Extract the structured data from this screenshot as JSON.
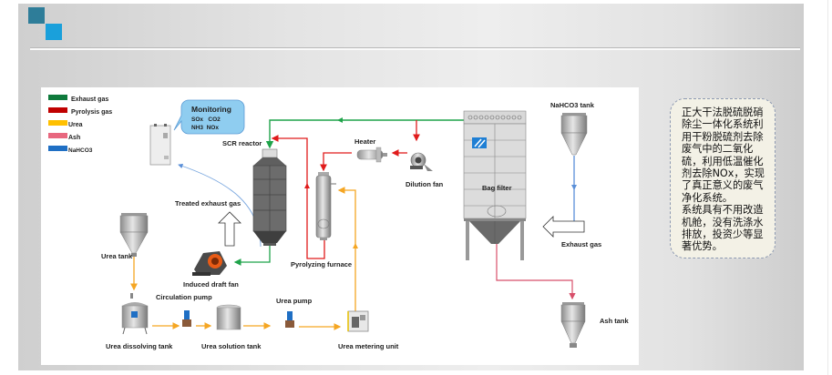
{
  "slide": {
    "accent_colors": {
      "dark_square": "#2e7d99",
      "light_square": "#1aa0db"
    }
  },
  "legend": [
    {
      "label": "Exhaust gas",
      "color": "#0f7a3c"
    },
    {
      "label": "Pyrolysis gas",
      "color": "#c00000"
    },
    {
      "label": "Urea",
      "color": "#ffc000"
    },
    {
      "label": "Ash",
      "color": "#e8677f"
    },
    {
      "label": "NaHCO3",
      "color": "#1f6fc4"
    }
  ],
  "monitoring": {
    "title": "Monitoring",
    "line1": "SOx   CO2",
    "line2": "NH3  NOx",
    "bubble_color": "#8fcdf0"
  },
  "components": {
    "scr_reactor": "SCR reactor",
    "heater": "Heater",
    "dilution_fan": "Dilution fan",
    "bag_filter": "Bag filter",
    "nahco3_tank": "NaHCO3 tank",
    "exhaust_gas": "Exhaust gas",
    "treated_exhaust_gas": "Treated exhaust gas",
    "pyrolyzing_furnace": "Pyrolyzing furnace",
    "induced_draft_fan": "Induced draft fan",
    "urea_tank": "Urea tank",
    "circulation_pump": "Circulation pump",
    "urea_pump": "Urea pump",
    "urea_dissolving_tank": "Urea dissolving tank",
    "urea_solution_tank": "Urea solution tank",
    "urea_metering_unit": "Urea metering unit",
    "ash_tank": "Ash tank"
  },
  "note": {
    "paragraph1": "正大干法脱硫脱硝除尘一体化系统利用干粉脱硫剂去除废气中的二氧化硫，利用低温催化剂去除NOx，实现了真正意义的废气净化系统。",
    "paragraph2": "系统具有不用改造机舱，没有洗涤水排放，投资少等显著优势。"
  }
}
